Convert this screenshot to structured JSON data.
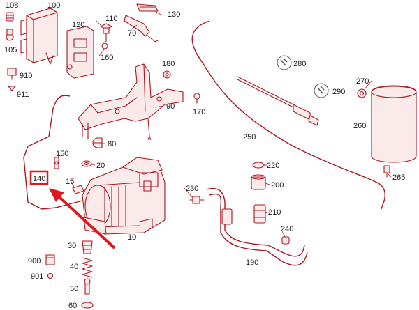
{
  "colors": {
    "part_stroke": "#b0141e",
    "part_fill": "#fbeaea",
    "highlight": "#e0161c",
    "label_text": "#1a1a1a"
  },
  "labels": {
    "p10": "10",
    "p15": "15",
    "p20": "20",
    "p30": "30",
    "p40": "40",
    "p50": "50",
    "p60": "60",
    "p70": "70",
    "p80": "80",
    "p90": "90",
    "p100": "100",
    "p105": "105",
    "p108": "108",
    "p110": "110",
    "p120": "120",
    "p130": "130",
    "p140": "140",
    "p150": "150",
    "p160": "160",
    "p170": "170",
    "p180": "180",
    "p190": "190",
    "p200": "200",
    "p210": "210",
    "p220": "220",
    "p230": "230",
    "p240": "240",
    "p250": "250",
    "p260": "260",
    "p265": "265",
    "p270": "270",
    "p280": "280",
    "p290": "290",
    "p900": "900",
    "p901": "901",
    "p910": "910",
    "p911": "911"
  },
  "highlighted_part": "140",
  "icons": [
    "wrench-icon",
    "wrench-icon"
  ]
}
